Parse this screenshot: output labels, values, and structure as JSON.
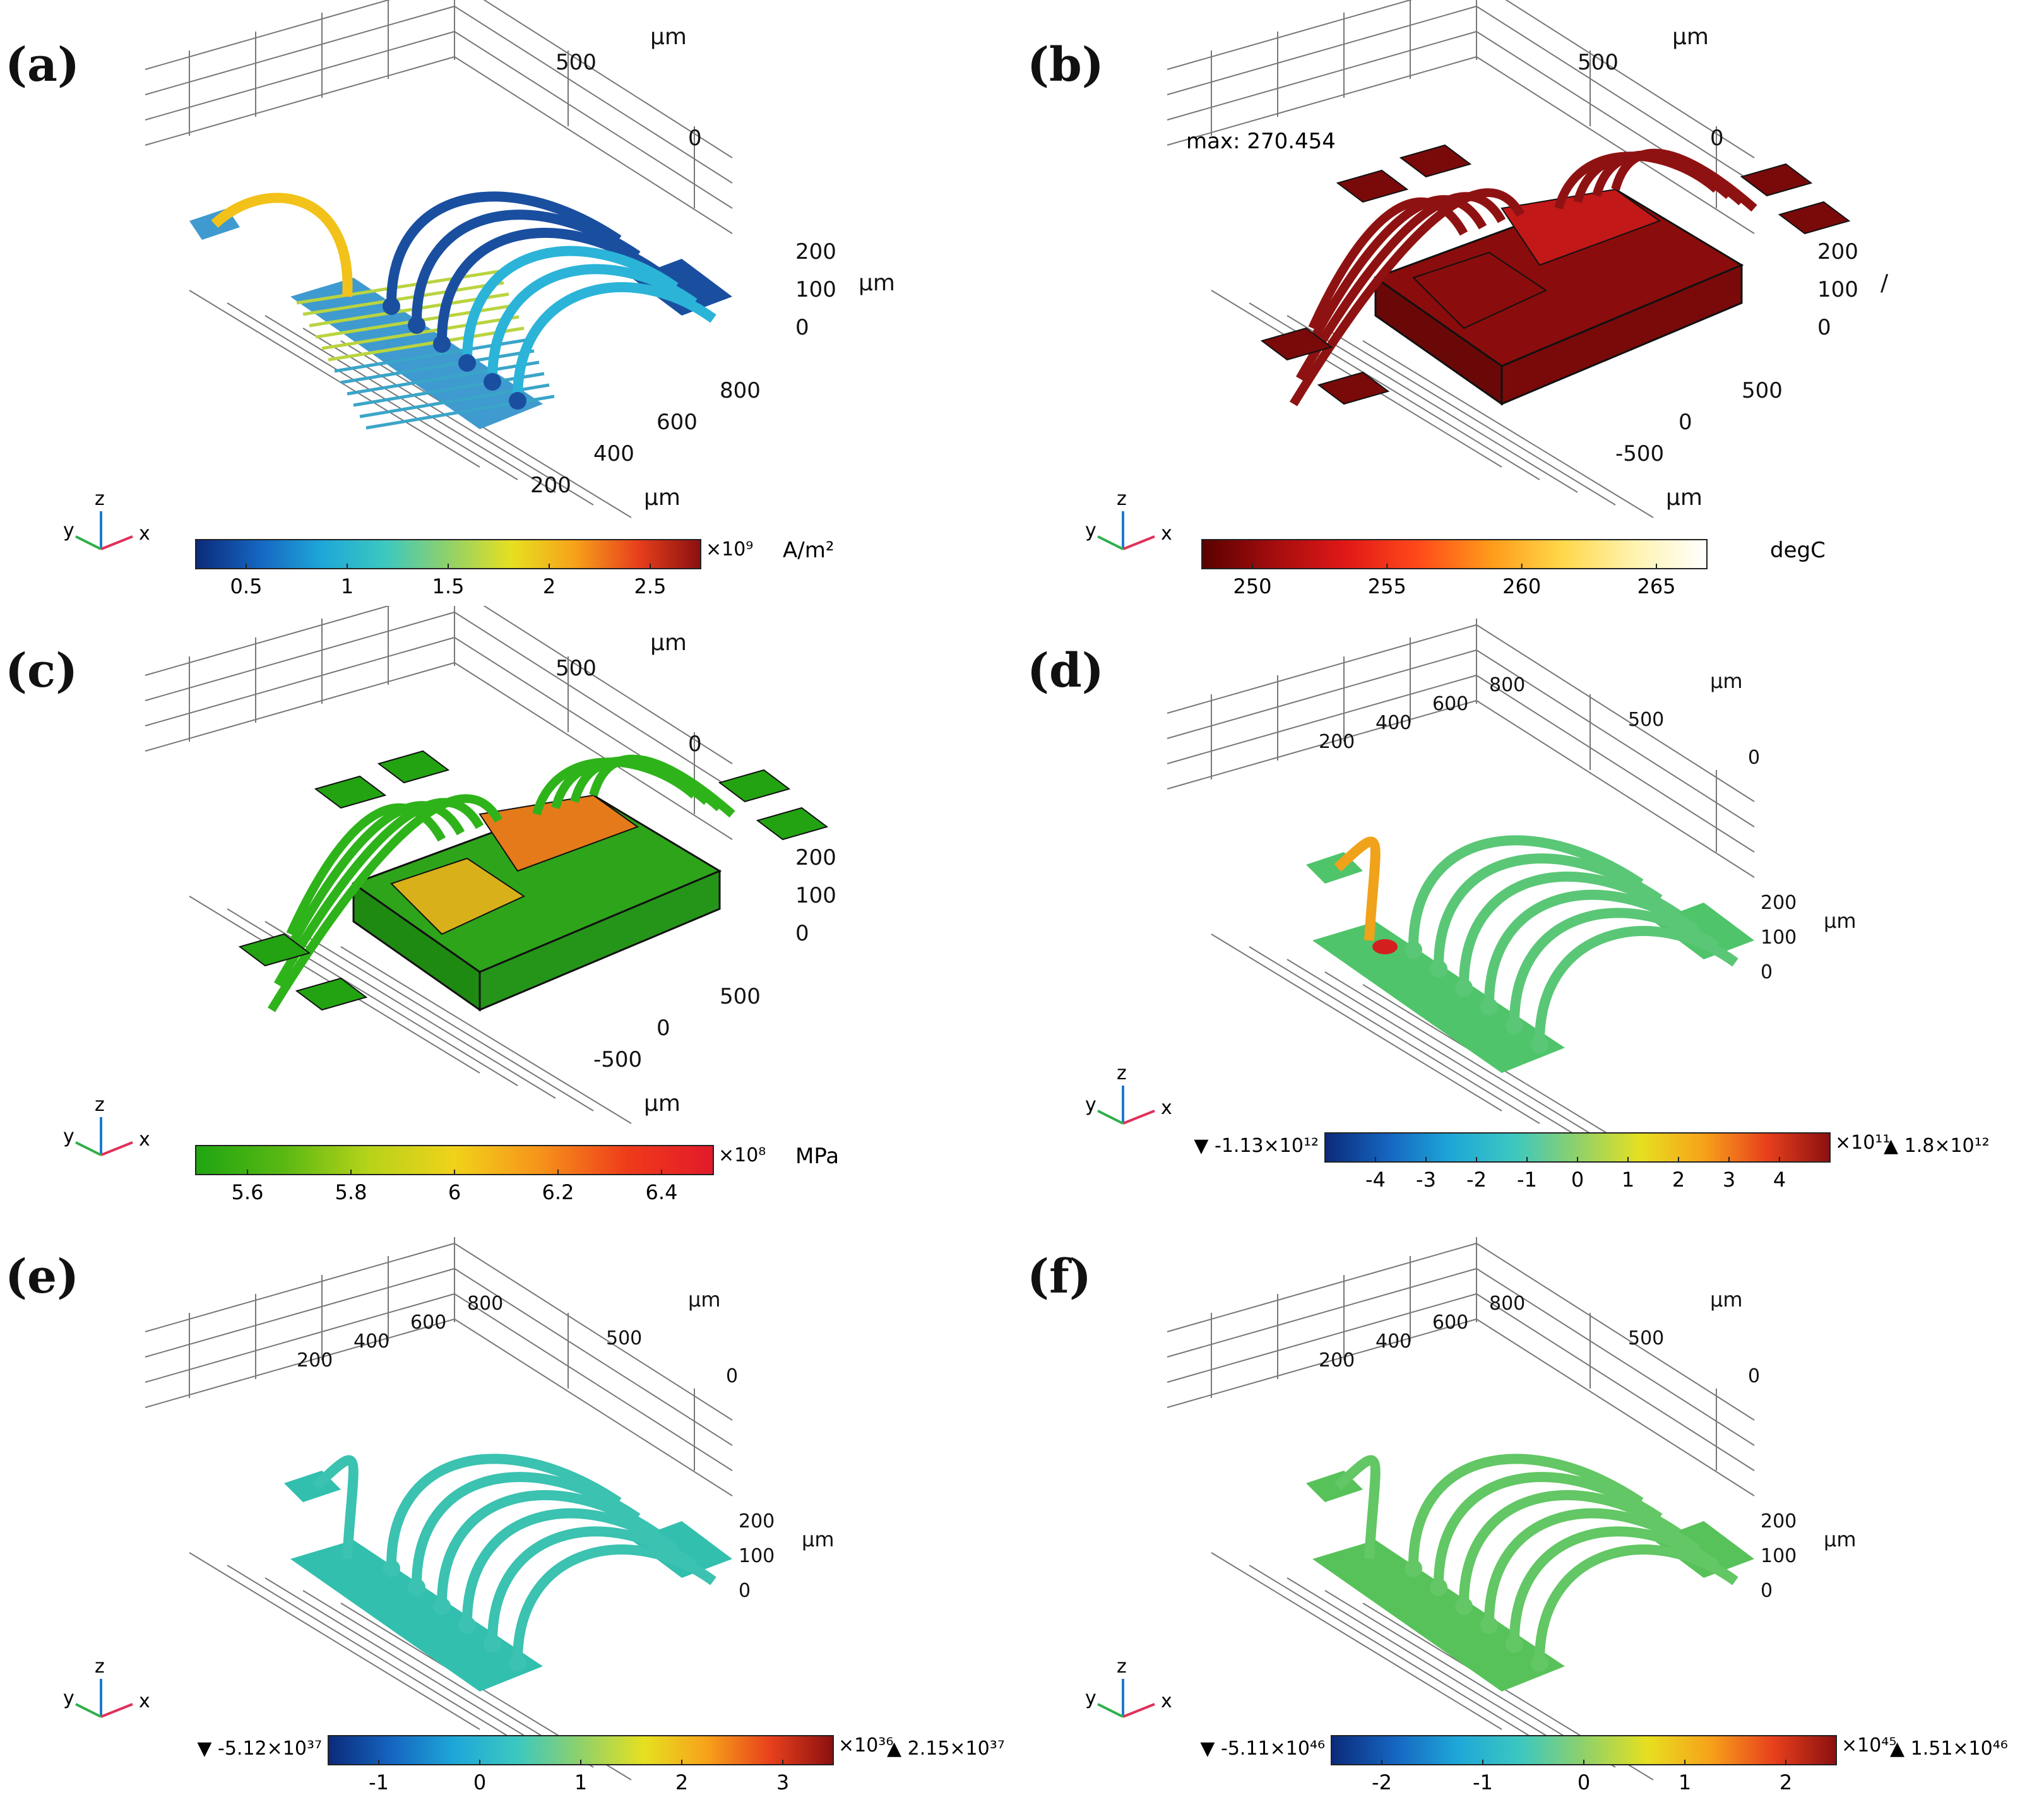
{
  "panels": [
    {
      "id": "a",
      "label": "(a)",
      "unit": "A/m²",
      "exponent": "×10⁹",
      "ticks": [
        "0.5",
        "1",
        "1.5",
        "2",
        "2.5"
      ],
      "min_label": "",
      "max_label": "",
      "annotation": "",
      "axis_labels": {
        "z_top": "500",
        "z_mid": "0",
        "side": [
          "200",
          "100",
          "0"
        ],
        "side_unit": "μm",
        "top_unit": "μm",
        "bottom": [
          "800",
          "600",
          "400",
          "200"
        ],
        "bottom_unit": "μm"
      },
      "colormap": "rainbow"
    },
    {
      "id": "b",
      "label": "(b)",
      "unit": "degC",
      "exponent": "",
      "ticks": [
        "250",
        "255",
        "260",
        "265"
      ],
      "min_label": "",
      "max_label": "",
      "annotation": "max: 270.454",
      "axis_labels": {
        "z_top": "500",
        "z_mid": "0",
        "side": [
          "200",
          "100",
          "0"
        ],
        "side_unit": "/",
        "top_unit": "μm",
        "bottom": [
          "500",
          "0",
          "-500"
        ],
        "bottom_unit": "μm"
      },
      "colormap": "thermal"
    },
    {
      "id": "c",
      "label": "(c)",
      "unit": "MPa",
      "exponent": "×10⁸",
      "ticks": [
        "5.6",
        "5.8",
        "6",
        "6.2",
        "6.4"
      ],
      "min_label": "",
      "max_label": "",
      "annotation": "",
      "axis_labels": {
        "z_top": "500",
        "z_mid": "0",
        "side": [
          "200",
          "100",
          "0"
        ],
        "side_unit": "",
        "top_unit": "μm",
        "bottom": [
          "500",
          "0",
          "-500"
        ],
        "bottom_unit": "μm"
      },
      "colormap": "traffic"
    },
    {
      "id": "d",
      "label": "(d)",
      "unit": "",
      "exponent": "×10¹¹",
      "ticks": [
        "-4",
        "-3",
        "-2",
        "-1",
        "0",
        "1",
        "2",
        "3",
        "4"
      ],
      "min_label": "▼ -1.13×10¹²",
      "max_label": "▲ 1.8×10¹²",
      "annotation": "",
      "axis_labels": {
        "z_top": "500",
        "z_mid": "0",
        "side": [
          "200",
          "100",
          "0"
        ],
        "side_unit": "μm",
        "top_unit": "μm",
        "top_left": [
          "200",
          "400",
          "600",
          "800"
        ]
      },
      "colormap": "rainbow"
    },
    {
      "id": "e",
      "label": "(e)",
      "unit": "",
      "exponent": "×10³⁶",
      "ticks": [
        "-1",
        "0",
        "1",
        "2",
        "3"
      ],
      "min_label": "▼ -5.12×10³⁷",
      "max_label": "▲ 2.15×10³⁷",
      "annotation": "",
      "axis_labels": {
        "z_top": "500",
        "z_mid": "0",
        "side": [
          "200",
          "100",
          "0"
        ],
        "side_unit": "μm",
        "top_unit": "μm",
        "top_left": [
          "200",
          "400",
          "600",
          "800"
        ]
      },
      "colormap": "rainbow"
    },
    {
      "id": "f",
      "label": "(f)",
      "unit": "",
      "exponent": "×10⁴⁵",
      "ticks": [
        "-2",
        "-1",
        "0",
        "1",
        "2"
      ],
      "min_label": "▼ -5.11×10⁴⁶",
      "max_label": "▲ 1.51×10⁴⁶",
      "annotation": "",
      "axis_labels": {
        "z_top": "500",
        "z_mid": "0",
        "side": [
          "200",
          "100",
          "0"
        ],
        "side_unit": "μm",
        "top_unit": "μm",
        "top_left": [
          "200",
          "400",
          "600",
          "800"
        ]
      },
      "colormap": "rainbow"
    }
  ],
  "triad": {
    "x": "x",
    "y": "y",
    "z": "z"
  }
}
